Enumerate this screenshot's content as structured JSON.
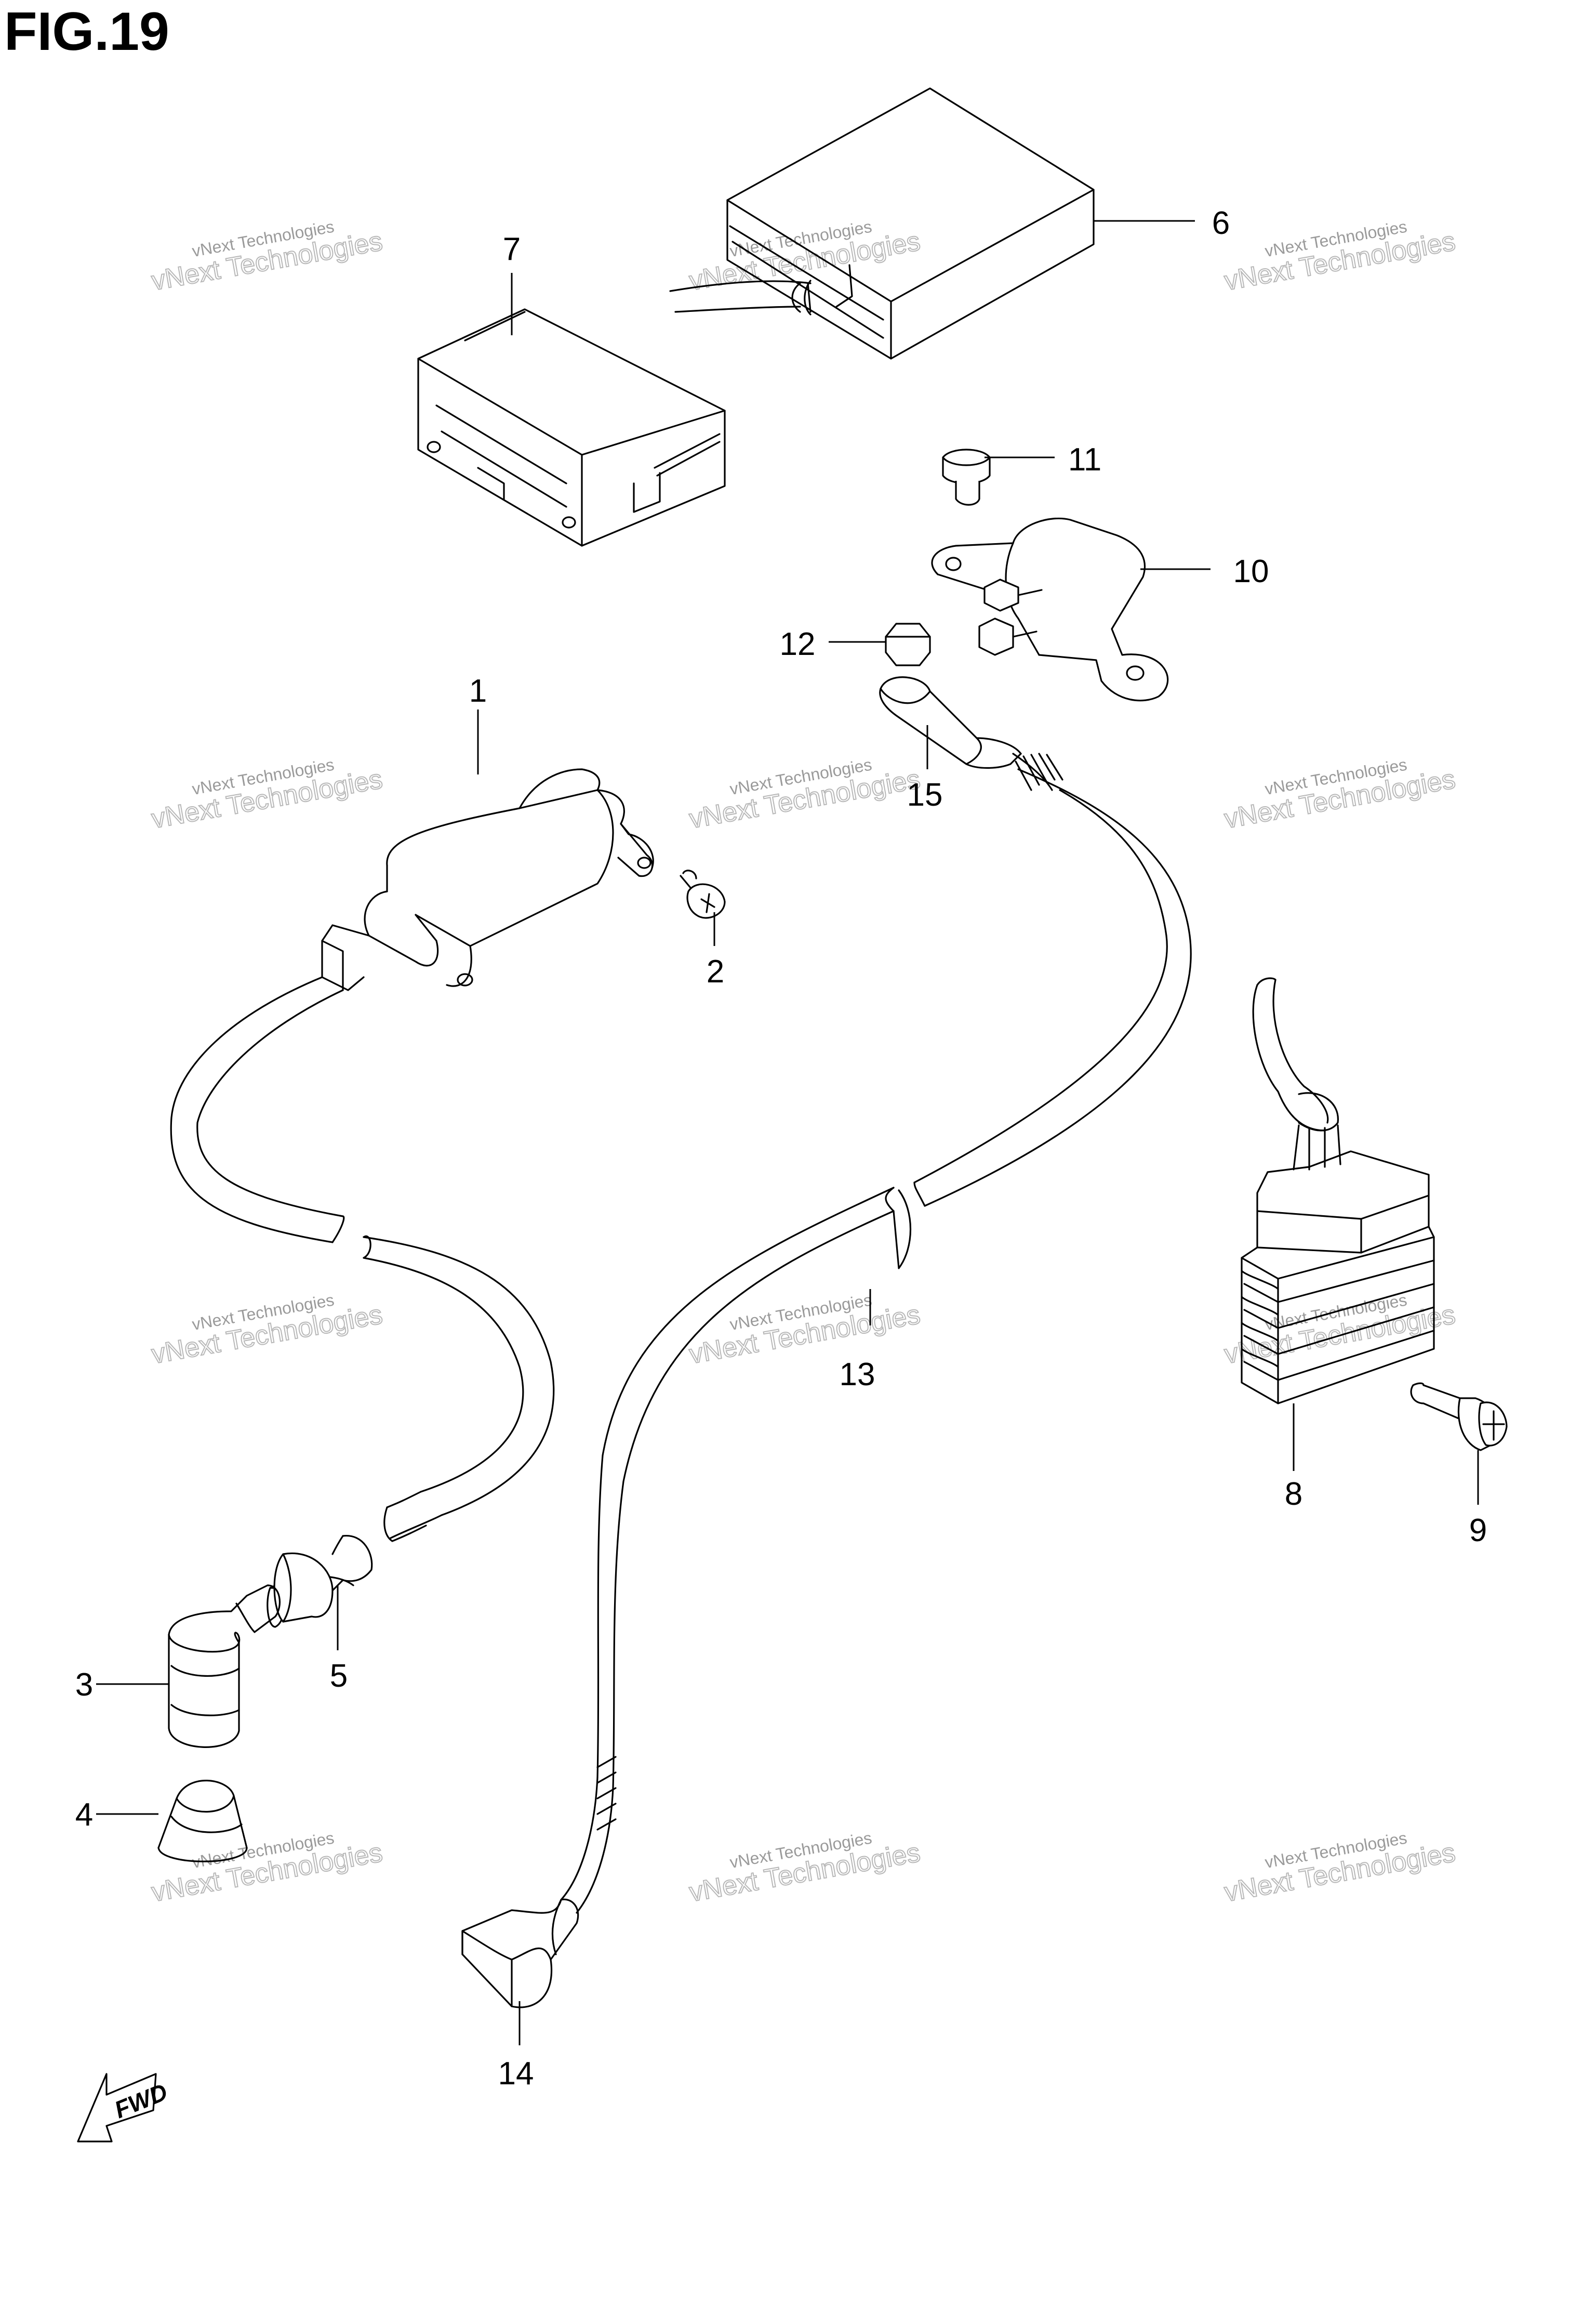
{
  "figure": {
    "title": "FIG.19"
  },
  "callouts": [
    {
      "id": "1",
      "label": "1"
    },
    {
      "id": "2",
      "label": "2"
    },
    {
      "id": "3",
      "label": "3"
    },
    {
      "id": "4",
      "label": "4"
    },
    {
      "id": "5",
      "label": "5"
    },
    {
      "id": "6",
      "label": "6"
    },
    {
      "id": "7",
      "label": "7"
    },
    {
      "id": "8",
      "label": "8"
    },
    {
      "id": "9",
      "label": "9"
    },
    {
      "id": "10",
      "label": "10"
    },
    {
      "id": "11",
      "label": "11"
    },
    {
      "id": "12",
      "label": "12"
    },
    {
      "id": "13",
      "label": "13"
    },
    {
      "id": "14",
      "label": "14"
    },
    {
      "id": "15",
      "label": "15"
    }
  ],
  "watermark": {
    "line1": "vNext Technologies",
    "line2": "vNext Technologies"
  },
  "fwd_label": "FWD",
  "colors": {
    "line": "#000000",
    "watermark": "#9a9a9a",
    "background": "#ffffff"
  }
}
